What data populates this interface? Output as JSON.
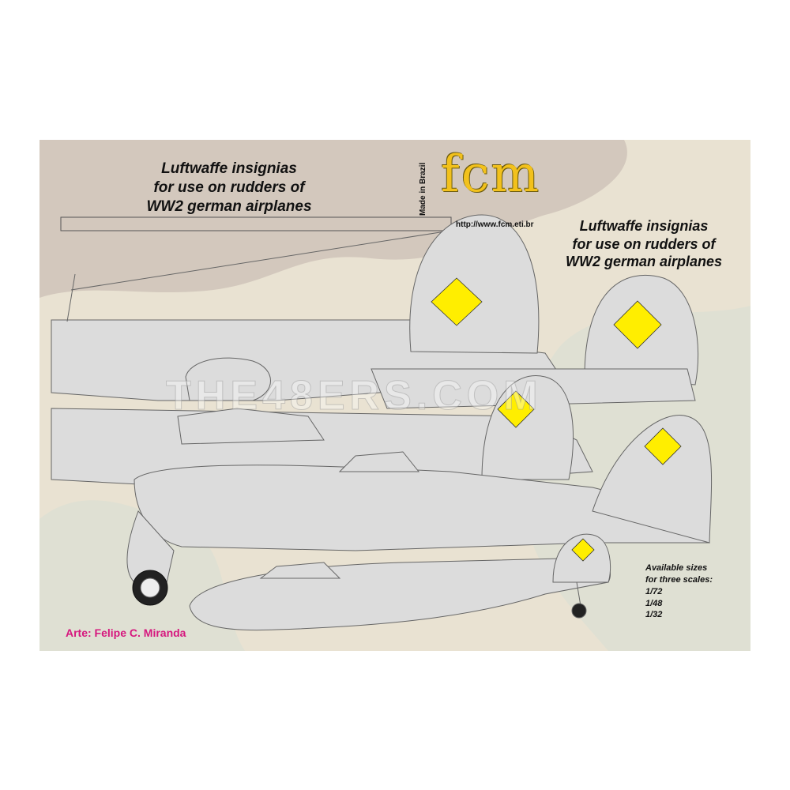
{
  "sheet": {
    "title_left": [
      "Luftwaffe insignias",
      "for use on rudders of",
      "WW2 german airplanes"
    ],
    "title_right": [
      "Luftwaffe insignias",
      "for use on rudders of",
      "WW2 german airplanes"
    ],
    "brand": "fcm",
    "made_in": "Made in Brazil",
    "url": "http://www.fcm.eti.br",
    "credit": "Arte: Felipe C. Miranda",
    "sizes": [
      "Available sizes",
      "for three scales:",
      "1/72",
      "1/48",
      "1/32"
    ],
    "watermark": "THE48ERS.COM"
  },
  "colors": {
    "background_tan": "#e9e2d2",
    "camo_brown": "#d3c8bd",
    "camo_green": "#dfe0d3",
    "aircraft_grey": "#dcdcdc",
    "insignia_yellow": "#ffee00",
    "brand_gold": "#f2c11c",
    "credit_magenta": "#d6177e"
  },
  "icons": [
    "rudder-insignia-diamond",
    "aircraft-silhouette"
  ]
}
